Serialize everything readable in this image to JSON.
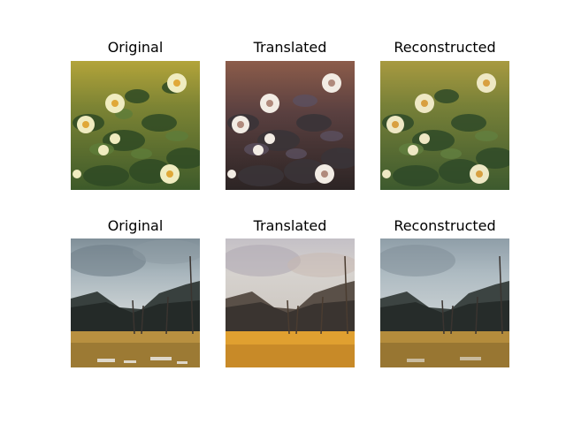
{
  "figure": {
    "rows": [
      {
        "panels": [
          {
            "title": "Original",
            "image": "flowers-painting-original"
          },
          {
            "title": "Translated",
            "image": "flowers-painting-translated"
          },
          {
            "title": "Reconstructed",
            "image": "flowers-painting-reconstructed"
          }
        ]
      },
      {
        "panels": [
          {
            "title": "Original",
            "image": "mountain-landscape-original"
          },
          {
            "title": "Translated",
            "image": "mountain-landscape-translated"
          },
          {
            "title": "Reconstructed",
            "image": "mountain-landscape-reconstructed"
          }
        ]
      }
    ]
  }
}
